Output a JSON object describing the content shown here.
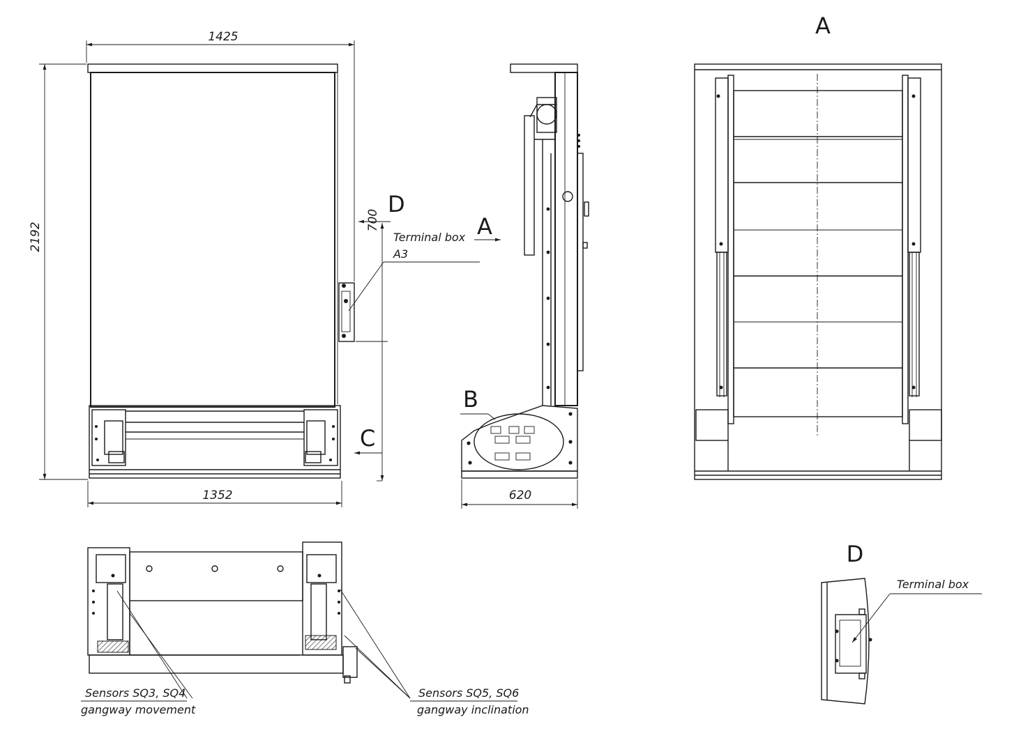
{
  "dimensions": {
    "top_width": "1425",
    "height": "2192",
    "bottom_width": "1352",
    "side_width": "620",
    "offset": "700"
  },
  "view_labels": {
    "a_arrow": "A",
    "a_view": "A",
    "b": "B",
    "c": "C",
    "d_arrow": "D",
    "d_view": "D"
  },
  "callouts": {
    "terminal_box_a3_line1": "Terminal box",
    "terminal_box_a3_line2": "A3",
    "terminal_box_d": "Terminal box",
    "sensors_sq3_line1": "Sensors SQ3, SQ4",
    "sensors_sq3_line2": "gangway movement",
    "sensors_sq5_line1": "Sensors SQ5, SQ6",
    "sensors_sq5_line2": "gangway inclination"
  }
}
